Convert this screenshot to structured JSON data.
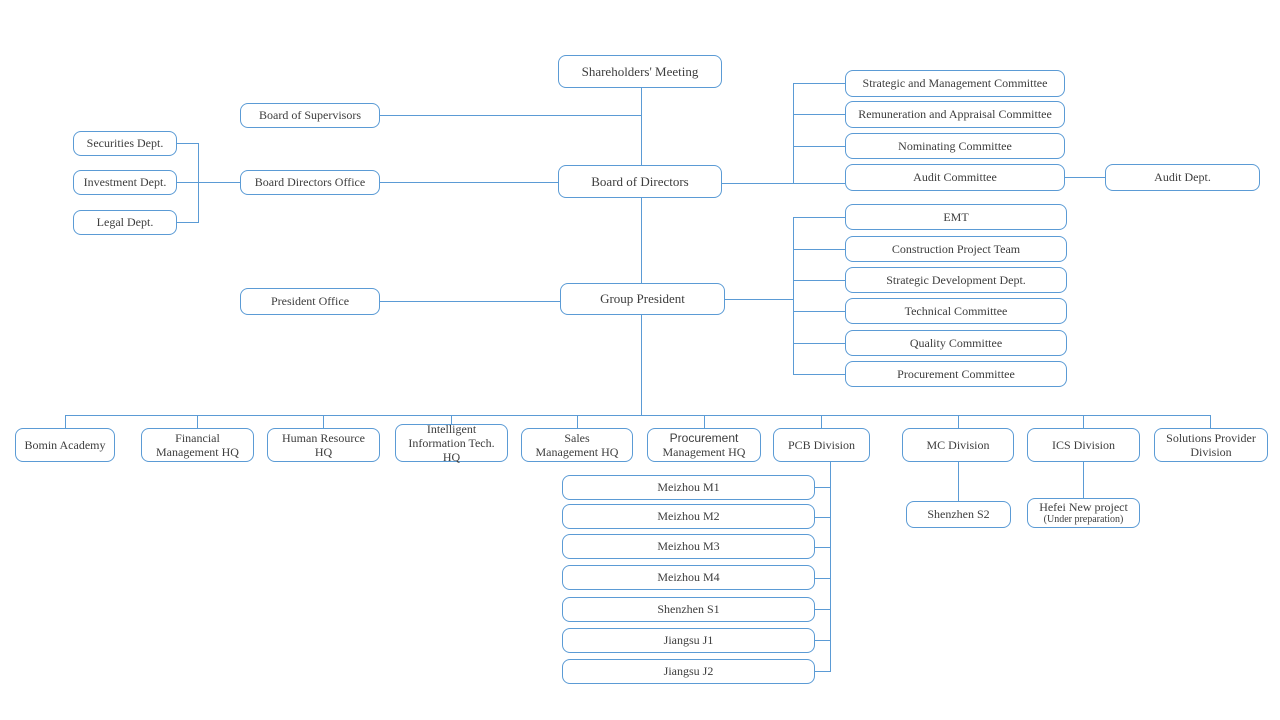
{
  "page": {
    "background": "#ffffff",
    "accent_color": "#5b9bd5",
    "text_color": "#3d3d3d"
  },
  "org_chart": {
    "governance": {
      "shareholders_meeting": "Shareholders' Meeting",
      "board_of_supervisors": "Board of Supervisors",
      "board_of_directors": "Board of Directors",
      "board_directors_office": "Board Directors Office",
      "president_office": "President Office",
      "group_president": "Group President"
    },
    "board_office_departments": [
      "Securities Dept.",
      "Investment Dept.",
      "Legal Dept."
    ],
    "board_committees": [
      "Strategic and Management Committee",
      "Remuneration and Appraisal Committee",
      "Nominating Committee",
      "Audit Committee"
    ],
    "audit_department": "Audit Dept.",
    "group_president_units": [
      "EMT",
      "Construction Project Team",
      "Strategic Development Dept.",
      "Technical Committee",
      "Quality Committee",
      "Procurement Committee"
    ],
    "headquarters": [
      "Bomin Academy",
      "Financial\nManagement HQ",
      "Human Resource\nHQ",
      "Intelligent\nInformation Tech.\nHQ",
      "Sales\nManagement HQ"
    ],
    "procurement_hq": {
      "line1": "Procurement",
      "line2": "Management HQ"
    },
    "divisions": [
      "PCB Division",
      "MC Division",
      "ICS Division",
      "Solutions Provider\nDivision"
    ],
    "pcb_plants": [
      "Meizhou M1",
      "Meizhou M2",
      "Meizhou M3",
      "Meizhou M4",
      "Shenzhen S1",
      "Jiangsu J1",
      "Jiangsu J2"
    ],
    "mc_plant": "Shenzhen S2",
    "ics_plant": {
      "line1": "Hefei New project",
      "line2": "(Under preparation)"
    }
  }
}
